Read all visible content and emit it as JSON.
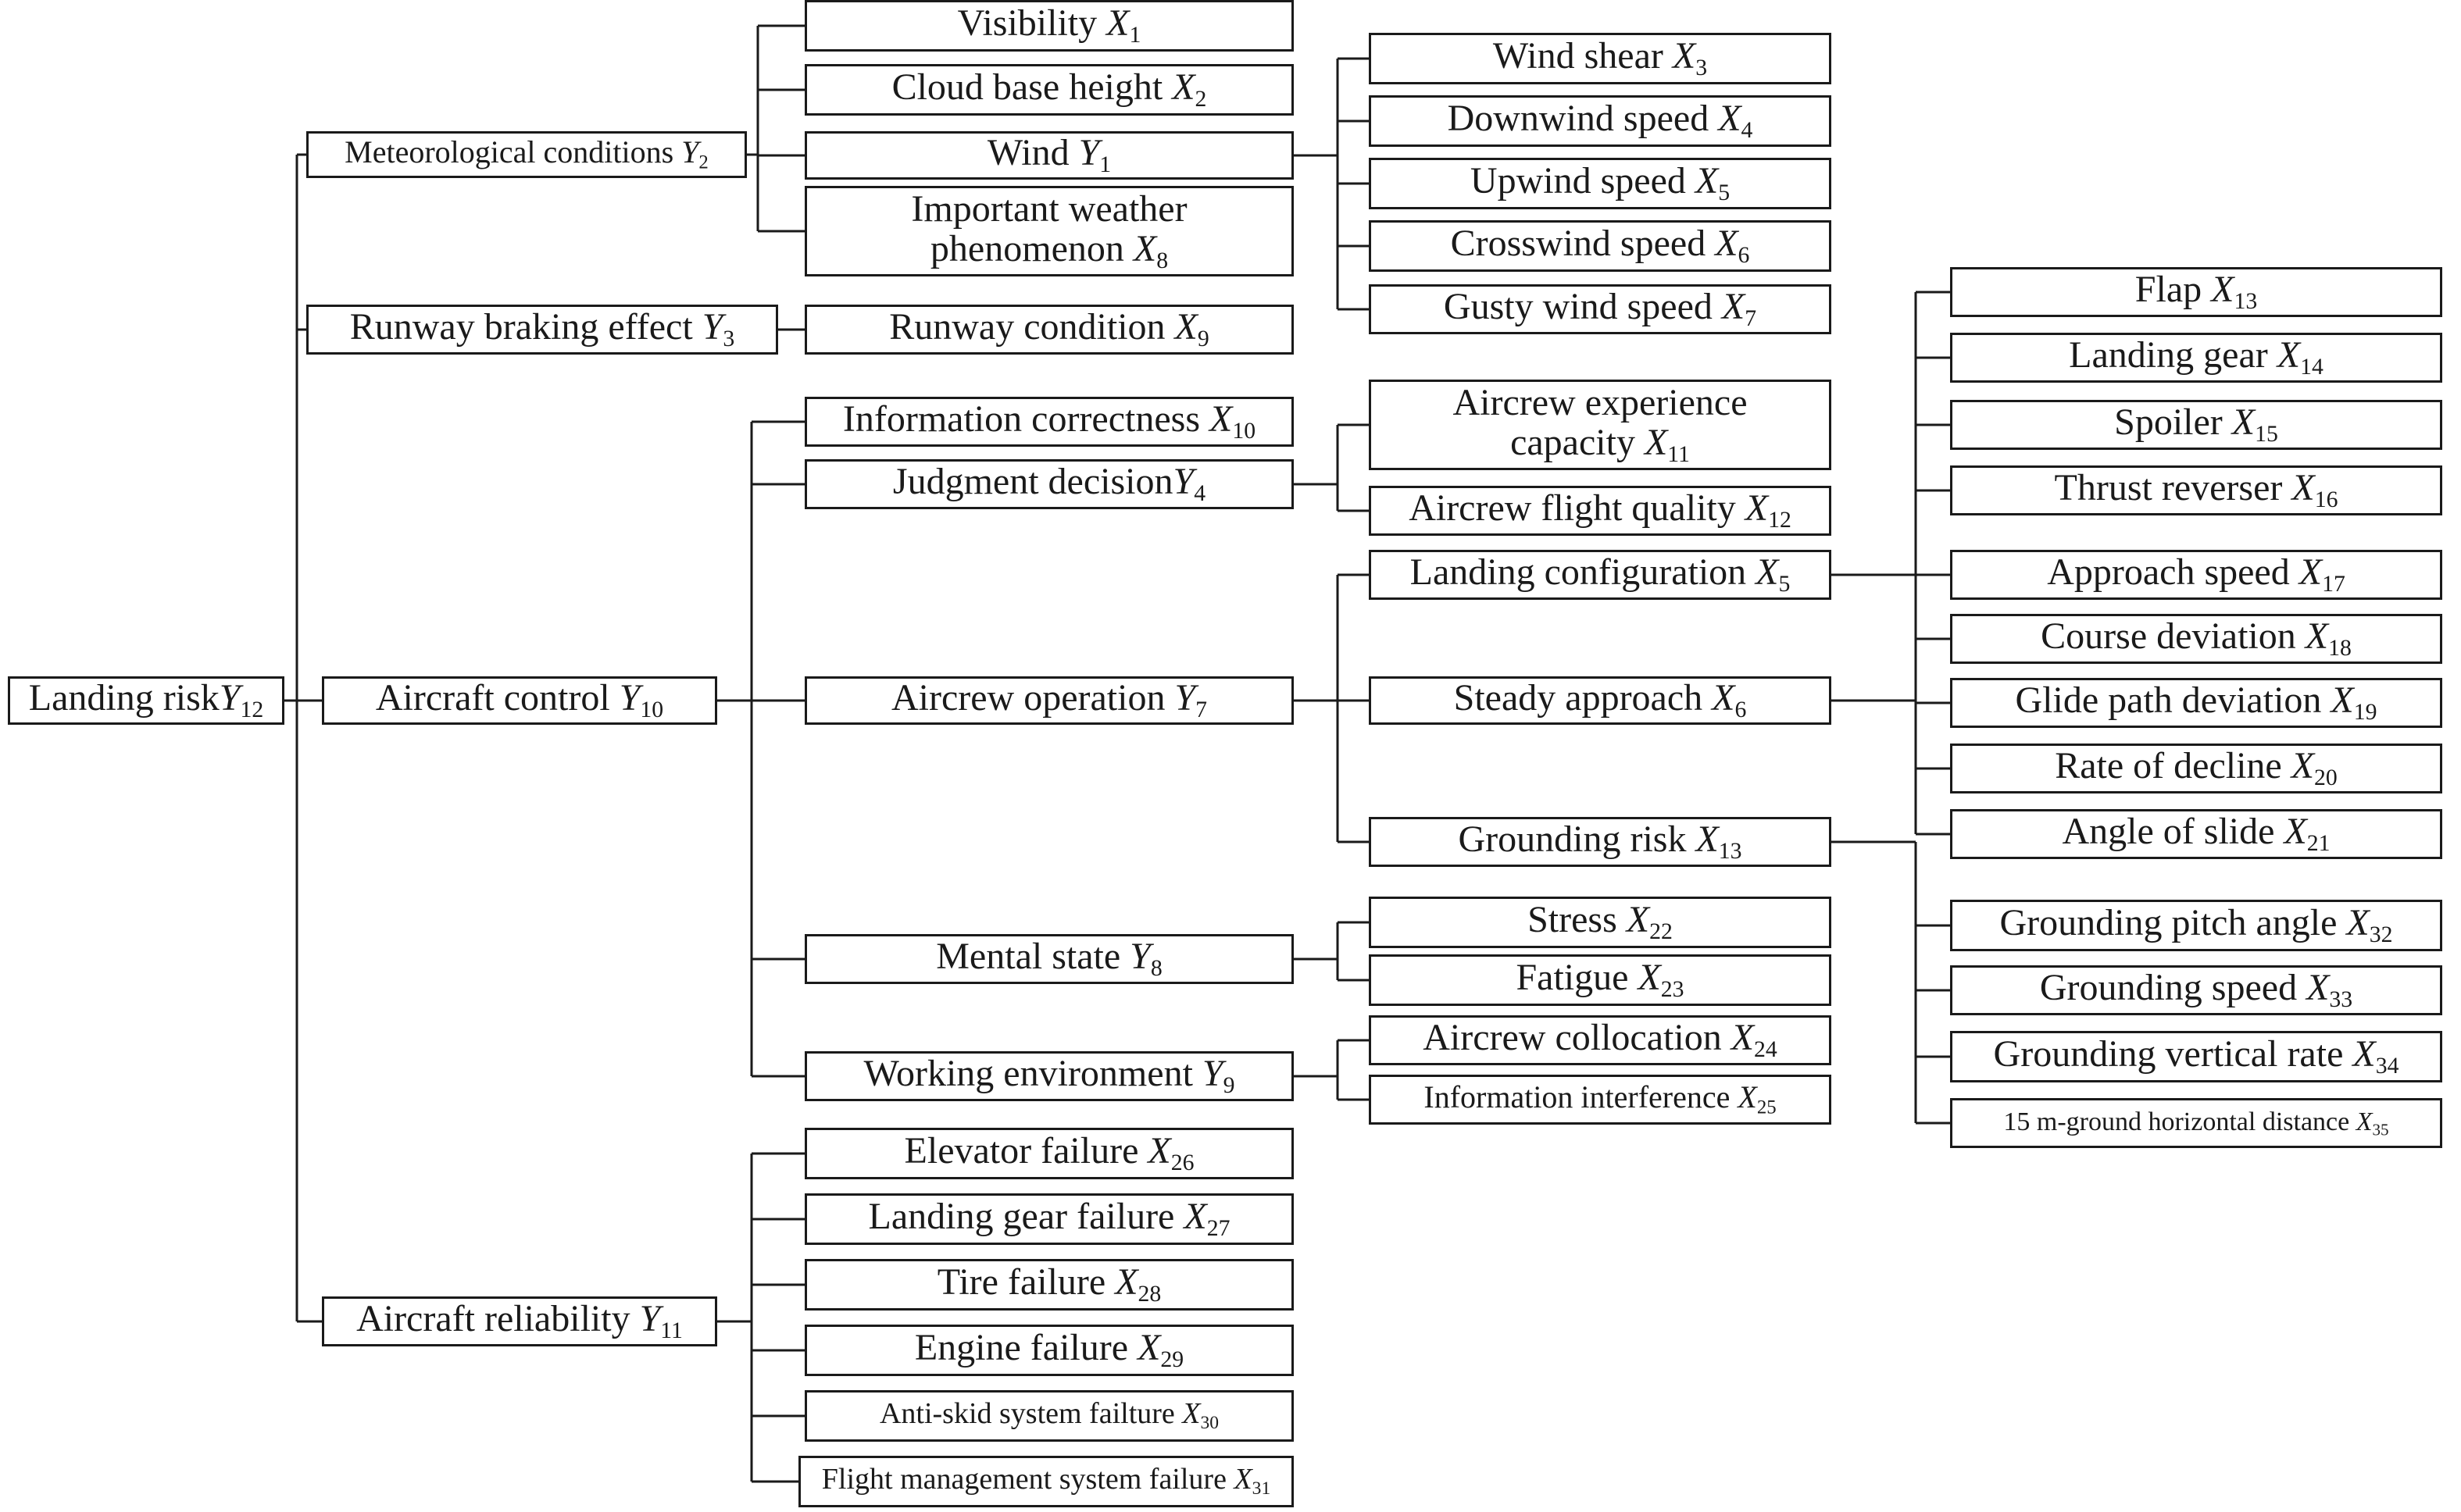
{
  "nodes": [
    {
      "id": "landing-risk",
      "text": "Landing risk",
      "symbol": "Y",
      "subscript": "12"
    },
    {
      "id": "meteorological-conditions",
      "text": "Meteorological conditions ",
      "symbol": "Y",
      "subscript": "2"
    },
    {
      "id": "runway-braking-effect",
      "text": "Runway braking effect ",
      "symbol": "Y",
      "subscript": "3"
    },
    {
      "id": "aircraft-control",
      "text": "Aircraft control ",
      "symbol": "Y",
      "subscript": "10"
    },
    {
      "id": "aircraft-reliability",
      "text": "Aircraft reliability ",
      "symbol": "Y",
      "subscript": "11"
    },
    {
      "id": "visibility",
      "text": "Visibility ",
      "symbol": "X",
      "subscript": "1"
    },
    {
      "id": "cloud-base-height",
      "text": "Cloud base height ",
      "symbol": "X",
      "subscript": "2"
    },
    {
      "id": "wind",
      "text": "Wind ",
      "symbol": "Y",
      "subscript": "1"
    },
    {
      "id": "important-weather-phenomenon",
      "text": "Important weather phenomenon ",
      "symbol": "X",
      "subscript": "8"
    },
    {
      "id": "wind-shear",
      "text": "Wind shear ",
      "symbol": "X",
      "subscript": "3"
    },
    {
      "id": "downwind-speed",
      "text": "Downwind speed ",
      "symbol": "X",
      "subscript": "4"
    },
    {
      "id": "upwind-speed",
      "text": "Upwind speed ",
      "symbol": "X",
      "subscript": "5"
    },
    {
      "id": "crosswind-speed",
      "text": "Crosswind speed ",
      "symbol": "X",
      "subscript": "6"
    },
    {
      "id": "gusty-wind-speed",
      "text": "Gusty wind speed ",
      "symbol": "X",
      "subscript": "7"
    },
    {
      "id": "runway-condition",
      "text": "Runway condition ",
      "symbol": "X",
      "subscript": "9"
    },
    {
      "id": "information-correctness",
      "text": "Information correctness ",
      "symbol": "X",
      "subscript": "10"
    },
    {
      "id": "judgment-decision",
      "text": "Judgment decision",
      "symbol": "Y",
      "subscript": "4"
    },
    {
      "id": "aircrew-operation",
      "text": "Aircrew operation ",
      "symbol": "Y",
      "subscript": "7"
    },
    {
      "id": "mental-state",
      "text": "Mental state ",
      "symbol": "Y",
      "subscript": "8"
    },
    {
      "id": "working-environment",
      "text": "Working environment ",
      "symbol": "Y",
      "subscript": "9"
    },
    {
      "id": "aircrew-experience-capacity",
      "text": "Aircrew experience capacity ",
      "symbol": "X",
      "subscript": "11"
    },
    {
      "id": "aircrew-flight-quality",
      "text": "Aircrew flight quality ",
      "symbol": "X",
      "subscript": "12"
    },
    {
      "id": "landing-configuration",
      "text": "Landing configuration ",
      "symbol": "X",
      "subscript": "5"
    },
    {
      "id": "steady-approach",
      "text": "Steady approach ",
      "symbol": "X",
      "subscript": "6"
    },
    {
      "id": "grounding-risk",
      "text": "Grounding risk ",
      "symbol": "X",
      "subscript": "13"
    },
    {
      "id": "stress",
      "text": "Stress ",
      "symbol": "X",
      "subscript": "22"
    },
    {
      "id": "fatigue",
      "text": "Fatigue ",
      "symbol": "X",
      "subscript": "23"
    },
    {
      "id": "aircrew-collocation",
      "text": "Aircrew collocation ",
      "symbol": "X",
      "subscript": "24"
    },
    {
      "id": "information-interference",
      "text": "Information interference ",
      "symbol": "X",
      "subscript": "25"
    },
    {
      "id": "flap",
      "text": "Flap ",
      "symbol": "X",
      "subscript": "13"
    },
    {
      "id": "landing-gear",
      "text": "Landing gear ",
      "symbol": "X",
      "subscript": "14"
    },
    {
      "id": "spoiler",
      "text": "Spoiler ",
      "symbol": "X",
      "subscript": "15"
    },
    {
      "id": "thrust-reverser",
      "text": "Thrust reverser ",
      "symbol": "X",
      "subscript": "16"
    },
    {
      "id": "approach-speed",
      "text": "Approach speed ",
      "symbol": "X",
      "subscript": "17"
    },
    {
      "id": "course-deviation",
      "text": "Course deviation ",
      "symbol": "X",
      "subscript": "18"
    },
    {
      "id": "glide-path-deviation",
      "text": "Glide path deviation ",
      "symbol": "X",
      "subscript": "19"
    },
    {
      "id": "rate-of-decline",
      "text": "Rate of decline ",
      "symbol": "X",
      "subscript": "20"
    },
    {
      "id": "angle-of-slide",
      "text": "Angle of slide ",
      "symbol": "X",
      "subscript": "21"
    },
    {
      "id": "grounding-pitch-angle",
      "text": "Grounding pitch angle ",
      "symbol": "X",
      "subscript": "32"
    },
    {
      "id": "grounding-speed",
      "text": "Grounding speed ",
      "symbol": "X",
      "subscript": "33"
    },
    {
      "id": "grounding-vertical-rate",
      "text": "Grounding vertical rate ",
      "symbol": "X",
      "subscript": "34"
    },
    {
      "id": "ground-horizontal-distance",
      "text": "15 m-ground horizontal distance ",
      "symbol": "X",
      "subscript": "35"
    },
    {
      "id": "elevator-failure",
      "text": "Elevator failure ",
      "symbol": "X",
      "subscript": "26"
    },
    {
      "id": "landing-gear-failure",
      "text": "Landing gear failure ",
      "symbol": "X",
      "subscript": "27"
    },
    {
      "id": "tire-failure",
      "text": "Tire failure ",
      "symbol": "X",
      "subscript": "28"
    },
    {
      "id": "engine-failure",
      "text": "Engine failure ",
      "symbol": "X",
      "subscript": "29"
    },
    {
      "id": "anti-skid-system-failure",
      "text": "Anti-skid system failture ",
      "symbol": "X",
      "subscript": "30"
    },
    {
      "id": "flight-management-system-failure",
      "text": "Flight management system failure ",
      "symbol": "X",
      "subscript": "31"
    }
  ],
  "edges": [
    [
      "landing-risk",
      "meteorological-conditions"
    ],
    [
      "landing-risk",
      "runway-braking-effect"
    ],
    [
      "landing-risk",
      "aircraft-control"
    ],
    [
      "landing-risk",
      "aircraft-reliability"
    ],
    [
      "meteorological-conditions",
      "visibility"
    ],
    [
      "meteorological-conditions",
      "cloud-base-height"
    ],
    [
      "meteorological-conditions",
      "wind"
    ],
    [
      "meteorological-conditions",
      "important-weather-phenomenon"
    ],
    [
      "wind",
      "wind-shear"
    ],
    [
      "wind",
      "downwind-speed"
    ],
    [
      "wind",
      "upwind-speed"
    ],
    [
      "wind",
      "crosswind-speed"
    ],
    [
      "wind",
      "gusty-wind-speed"
    ],
    [
      "runway-braking-effect",
      "runway-condition"
    ],
    [
      "aircraft-control",
      "information-correctness"
    ],
    [
      "aircraft-control",
      "judgment-decision"
    ],
    [
      "aircraft-control",
      "aircrew-operation"
    ],
    [
      "aircraft-control",
      "mental-state"
    ],
    [
      "aircraft-control",
      "working-environment"
    ],
    [
      "judgment-decision",
      "aircrew-experience-capacity"
    ],
    [
      "judgment-decision",
      "aircrew-flight-quality"
    ],
    [
      "aircrew-operation",
      "landing-configuration"
    ],
    [
      "aircrew-operation",
      "steady-approach"
    ],
    [
      "aircrew-operation",
      "grounding-risk"
    ],
    [
      "mental-state",
      "stress"
    ],
    [
      "mental-state",
      "fatigue"
    ],
    [
      "working-environment",
      "aircrew-collocation"
    ],
    [
      "working-environment",
      "information-interference"
    ],
    [
      "landing-configuration",
      "flap"
    ],
    [
      "landing-configuration",
      "landing-gear"
    ],
    [
      "landing-configuration",
      "spoiler"
    ],
    [
      "landing-configuration",
      "thrust-reverser"
    ],
    [
      "steady-approach",
      "approach-speed"
    ],
    [
      "steady-approach",
      "course-deviation"
    ],
    [
      "steady-approach",
      "glide-path-deviation"
    ],
    [
      "steady-approach",
      "rate-of-decline"
    ],
    [
      "steady-approach",
      "angle-of-slide"
    ],
    [
      "grounding-risk",
      "grounding-pitch-angle"
    ],
    [
      "grounding-risk",
      "grounding-speed"
    ],
    [
      "grounding-risk",
      "grounding-vertical-rate"
    ],
    [
      "grounding-risk",
      "ground-horizontal-distance"
    ],
    [
      "aircraft-reliability",
      "elevator-failure"
    ],
    [
      "aircraft-reliability",
      "landing-gear-failure"
    ],
    [
      "aircraft-reliability",
      "tire-failure"
    ],
    [
      "aircraft-reliability",
      "engine-failure"
    ],
    [
      "aircraft-reliability",
      "anti-skid-system-failure"
    ],
    [
      "aircraft-reliability",
      "flight-management-system-failure"
    ]
  ]
}
